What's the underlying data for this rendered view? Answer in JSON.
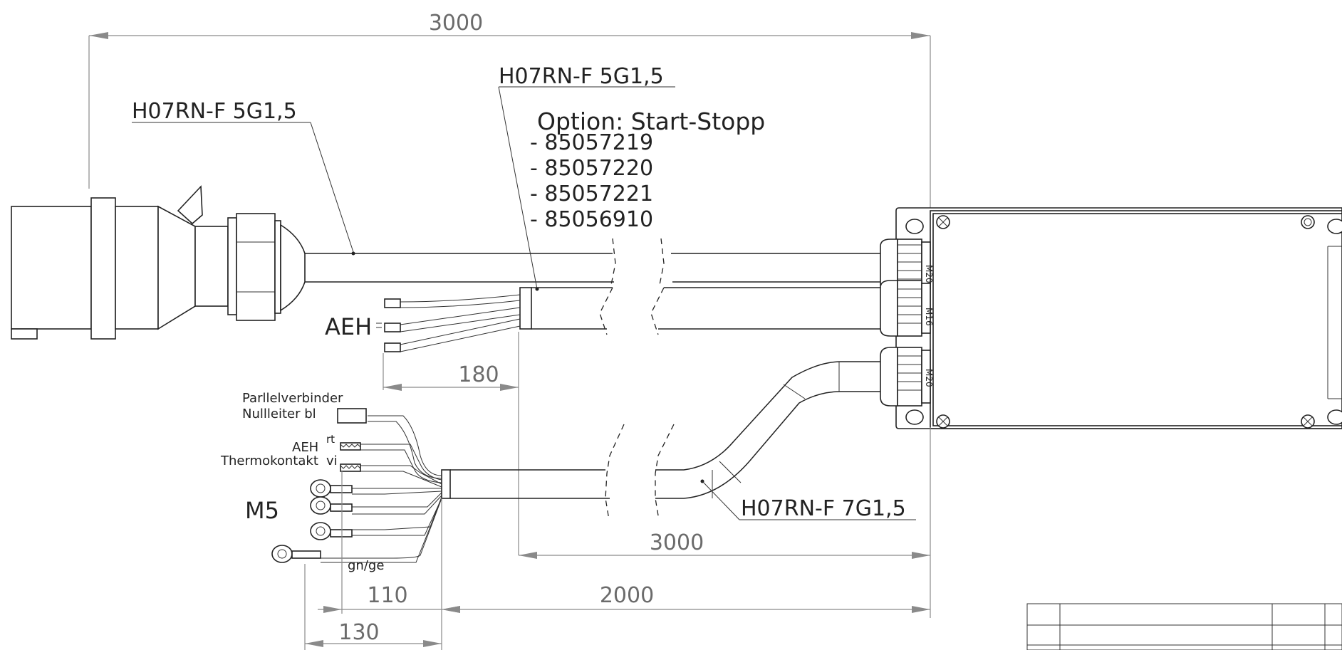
{
  "dimensions": {
    "top_overall": "3000",
    "aeh_strip": "180",
    "lower_cable": "3000",
    "cable_2000": "2000",
    "lead_110": "110",
    "lead_130": "130"
  },
  "cables": {
    "main_cable": "H07RN-F 5G1,5",
    "aeh_cable": "H07RN-F 5G1,5",
    "lower_cable": "H07RN-F 7G1,5"
  },
  "option": {
    "title": "Option: Start-Stopp",
    "items": [
      "- 85057219",
      "- 85057220",
      "- 85057221",
      "- 85056910"
    ]
  },
  "labels": {
    "aeh": "AEH",
    "parallel_connector": "Parllelverbinder",
    "neutral": "Nullleiter  bl",
    "aeh_small": "AEH",
    "rt": "rt",
    "thermo": "Thermokontakt",
    "vi": "vi",
    "m5": "M5",
    "gnge": "gn/ge"
  },
  "glands": [
    "M20",
    "M16",
    "M20"
  ]
}
